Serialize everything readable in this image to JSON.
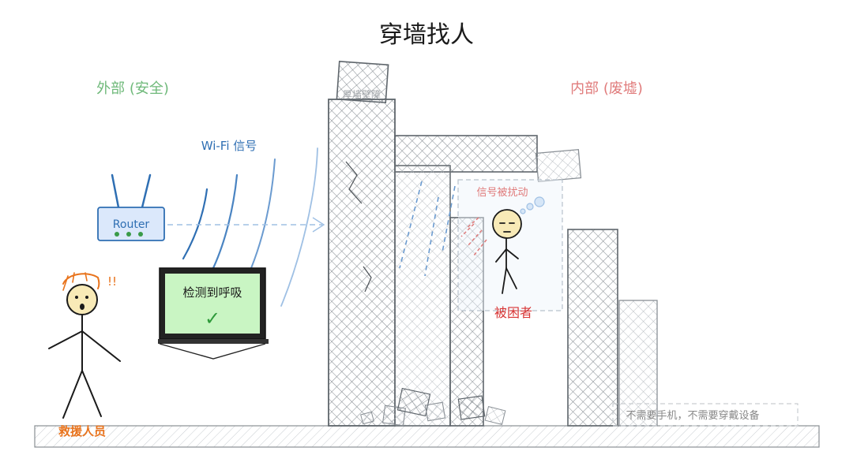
{
  "title": "穿墙找人",
  "outside_label": "外部 (安全)",
  "inside_label": "内部 (废墟)",
  "wifi_label": "Wi-Fi 信号",
  "router_label": "Router",
  "laptop_screen_text": "检测到呼吸",
  "laptop_check": "✓",
  "rescuer_label": "救援人员",
  "rescuer_exclaim": "!!",
  "interference_label": "信号被扰动",
  "victim_label": "被困者",
  "note_label": "不需要手机，不需要穿戴设备",
  "wall_top_label": "厚墙壁障",
  "colors": {
    "outside": "#6fb97a",
    "inside": "#e07b7b",
    "wifi": "#2f6fb3",
    "router_fill": "#dbe8fb",
    "laptop_screen": "#c9f5c3",
    "check": "#2e9a3a",
    "rescuer": "#e8731c",
    "victim_label": "#d83434",
    "interference": "#e07b7b",
    "note_text": "#888888"
  },
  "icons": [
    "router-icon",
    "laptop-icon",
    "check-icon",
    "rescuer-figure",
    "victim-figure",
    "thought-bubble-icon"
  ]
}
